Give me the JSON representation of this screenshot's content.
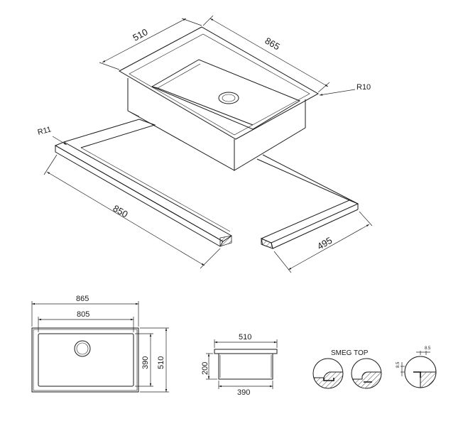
{
  "iso_view": {
    "sink_depth_label": "510",
    "sink_width_label": "865",
    "corner_radius_sink": "R10",
    "corner_radius_top": "R11",
    "cutout_length_label": "850",
    "cutout_depth_label": "495"
  },
  "plan_view": {
    "outer_width_label": "865",
    "inner_width_label": "805",
    "inner_depth_label": "390",
    "outer_depth_label": "510"
  },
  "section_view": {
    "top_width_label": "510",
    "height_label": "200",
    "bottom_width_label": "390"
  },
  "details": {
    "title": "SMEG TOP",
    "dim_a": "8.5",
    "dim_b": "8.5"
  }
}
